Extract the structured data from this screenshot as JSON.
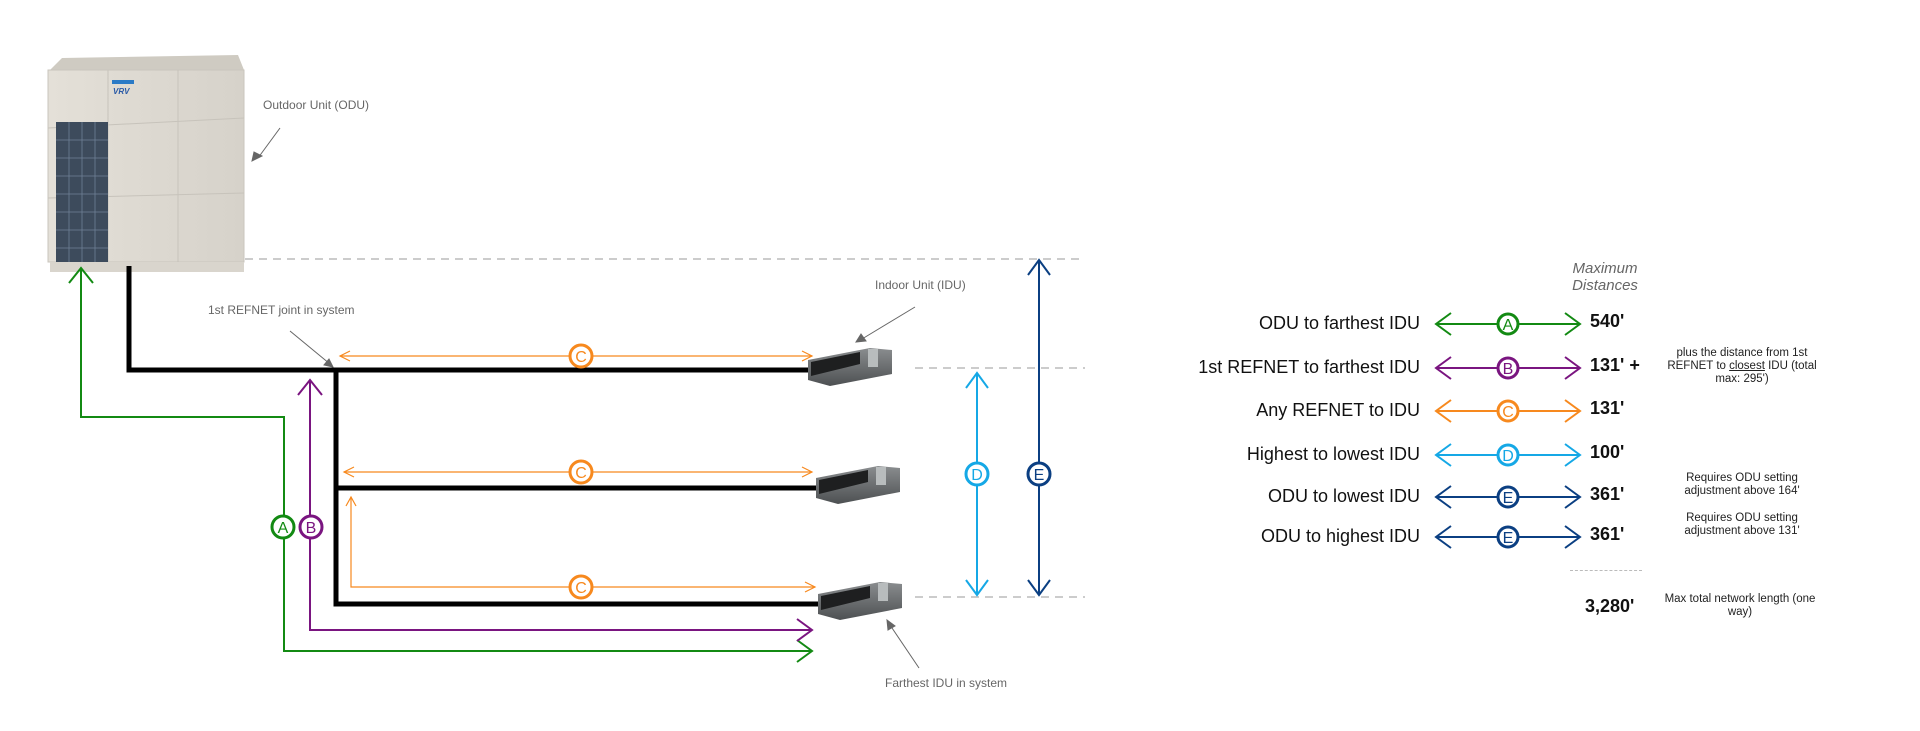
{
  "colors": {
    "A": "#138a13",
    "B": "#7a1580",
    "C": "#f7891e",
    "D": "#15a8e6",
    "E": "#0b3f82",
    "pipe": "#000000",
    "dashed": "#bbbbbb",
    "callout": "#666666"
  },
  "diagram": {
    "labels": {
      "odu": "Outdoor Unit (ODU)",
      "refnet": "1st REFNET joint in system",
      "idu": "Indoor Unit (IDU)",
      "farthest": "Farthest IDU in system"
    },
    "badges": {
      "A": "A",
      "B": "B",
      "C": "C",
      "D": "D",
      "E": "E"
    },
    "odu_brand": "VRV"
  },
  "legend": {
    "header_line1": "Maximum",
    "header_line2": "Distances",
    "rows": [
      {
        "label": "ODU to farthest IDU",
        "badge": "A",
        "value": "540'",
        "note": "",
        "note_underline": ""
      },
      {
        "label": "1st REFNET to farthest IDU",
        "badge": "B",
        "value": "131' +",
        "note_pre": "plus the distance from 1st REFNET to ",
        "note_underline": "closest",
        "note_post": " IDU (total max: 295')"
      },
      {
        "label": "Any REFNET to IDU",
        "badge": "C",
        "value": "131'",
        "note": ""
      },
      {
        "label": "Highest to lowest IDU",
        "badge": "D",
        "value": "100'",
        "note": ""
      },
      {
        "label": "ODU to lowest IDU",
        "badge": "E",
        "value": "361'",
        "note": "Requires ODU setting adjustment above 164'"
      },
      {
        "label": "ODU to highest IDU",
        "badge": "E",
        "value": "361'",
        "note": "Requires ODU setting adjustment above 131'"
      }
    ],
    "total": {
      "value": "3,280'",
      "note": "Max total network length (one way)"
    }
  }
}
